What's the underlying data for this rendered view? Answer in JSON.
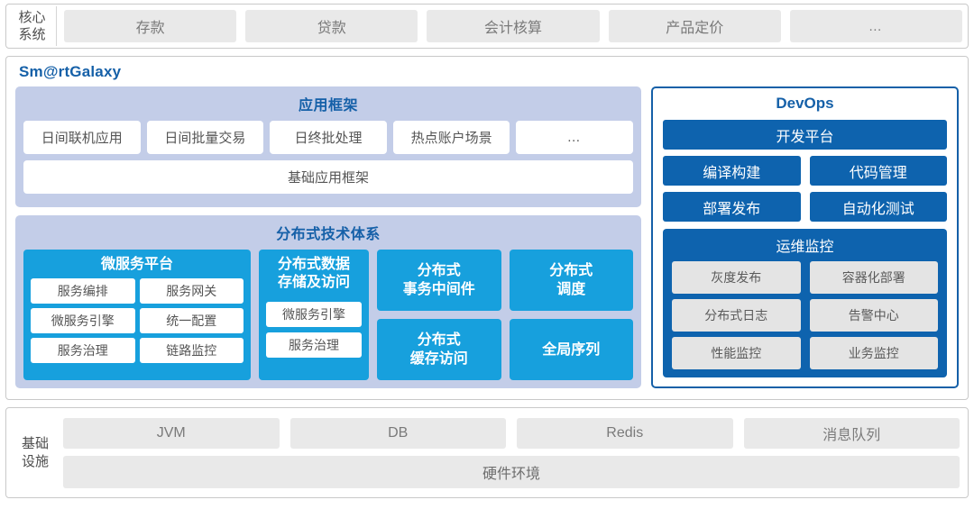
{
  "core": {
    "label_line1": "核心",
    "label_line2": "系统",
    "tabs": [
      {
        "label": "存款"
      },
      {
        "label": "贷款"
      },
      {
        "label": "会计核算"
      },
      {
        "label": "产品定价"
      },
      {
        "label": "…"
      }
    ]
  },
  "brand": {
    "title": "Sm@rtGalaxy"
  },
  "app_framework": {
    "title": "应用框架",
    "chips": [
      {
        "label": "日间联机应用"
      },
      {
        "label": "日间批量交易"
      },
      {
        "label": "日终批处理"
      },
      {
        "label": "热点账户场景"
      },
      {
        "label": "…"
      }
    ],
    "base": {
      "label": "基础应用框架"
    }
  },
  "distributed": {
    "title": "分布式技术体系",
    "microservice": {
      "title": "微服务平台",
      "chips": [
        {
          "label": "服务编排"
        },
        {
          "label": "服务网关"
        },
        {
          "label": "微服务引擎"
        },
        {
          "label": "统一配置"
        },
        {
          "label": "服务治理"
        },
        {
          "label": "链路监控"
        }
      ]
    },
    "data_storage": {
      "title": "分布式数据\n存储及访问",
      "title_line1": "分布式数据",
      "title_line2": "存储及访问",
      "chips": [
        {
          "label": "微服务引擎"
        },
        {
          "label": "服务治理"
        }
      ]
    },
    "cards": [
      {
        "line1": "分布式",
        "line2": "事务中间件"
      },
      {
        "line1": "分布式",
        "line2": "调度"
      },
      {
        "line1": "分布式",
        "line2": "缓存访问"
      },
      {
        "line1": "全局序列",
        "line2": ""
      }
    ]
  },
  "devops": {
    "title": "DevOps",
    "platform": {
      "label": "开发平台"
    },
    "rows": [
      [
        {
          "label": "编译构建"
        },
        {
          "label": "代码管理"
        }
      ],
      [
        {
          "label": "部署发布"
        },
        {
          "label": "自动化测试"
        }
      ]
    ],
    "ops": {
      "title": "运维监控",
      "chips": [
        {
          "label": "灰度发布"
        },
        {
          "label": "容器化部署"
        },
        {
          "label": "分布式日志"
        },
        {
          "label": "告警中心"
        },
        {
          "label": "性能监控"
        },
        {
          "label": "业务监控"
        }
      ]
    }
  },
  "infra": {
    "label_line1": "基础",
    "label_line2": "设施",
    "chips": [
      {
        "label": "JVM"
      },
      {
        "label": "DB"
      },
      {
        "label": "Redis"
      },
      {
        "label": "消息队列"
      }
    ],
    "hardware": {
      "label": "硬件环境"
    }
  },
  "colors": {
    "brand_blue": "#1560a8",
    "bright_blue": "#17a0dd",
    "devops_blue": "#0e63ae",
    "lavender": "#c3cde8",
    "gray_chip": "#e9e9e9"
  }
}
